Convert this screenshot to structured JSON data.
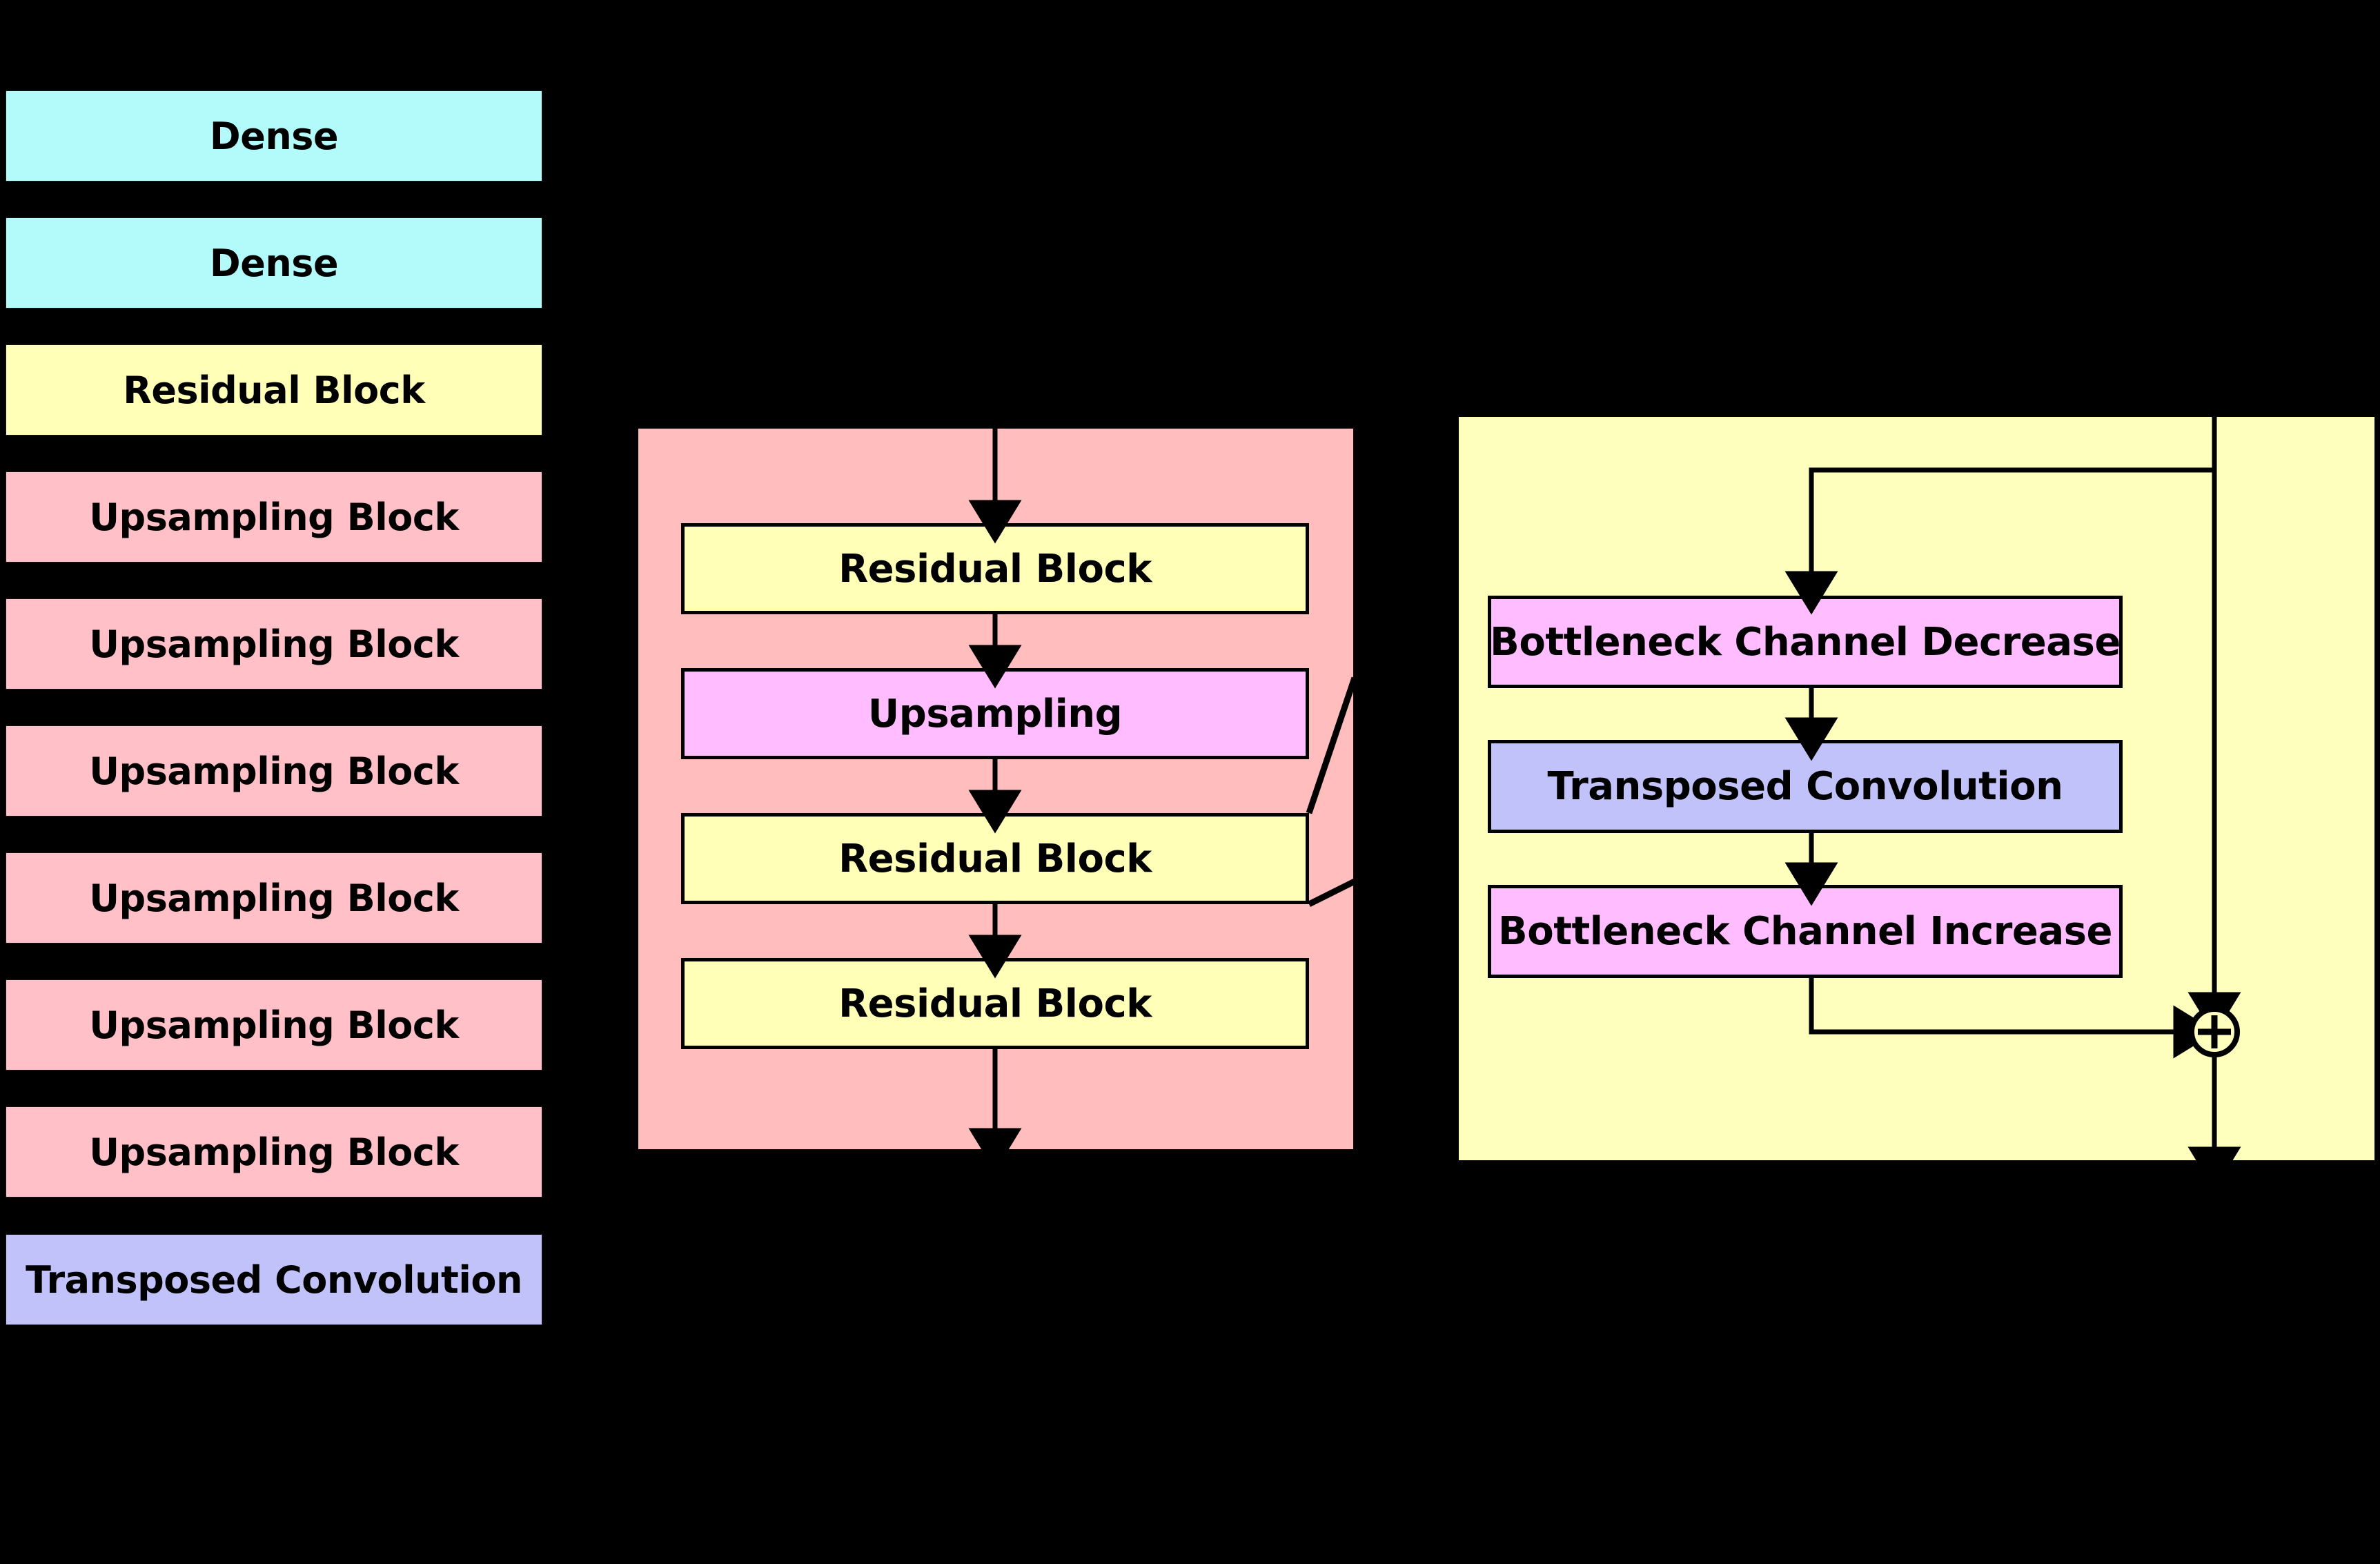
{
  "colors": {
    "background": "#000000",
    "dense": "#B3FAFA",
    "residual": "#FFFFB8",
    "upsampling_block": "#FFC0C8",
    "upsampling": "#FFBDFF",
    "transposed_conv": "#C2C2FA",
    "bottleneck": "#FFBDFF",
    "stroke": "#000000",
    "panel_pink": "#FFBDBD",
    "panel_yellow": "#FFFFBD"
  },
  "legend": {
    "name": "generator-stack",
    "items": [
      {
        "label": "Dense",
        "color_key": "dense"
      },
      {
        "label": "Dense",
        "color_key": "dense"
      },
      {
        "label": "Residual Block",
        "color_key": "residual"
      },
      {
        "label": "Upsampling Block",
        "color_key": "upsampling_block"
      },
      {
        "label": "Upsampling Block",
        "color_key": "upsampling_block"
      },
      {
        "label": "Upsampling Block",
        "color_key": "upsampling_block"
      },
      {
        "label": "Upsampling Block",
        "color_key": "upsampling_block"
      },
      {
        "label": "Upsampling Block",
        "color_key": "upsampling_block"
      },
      {
        "label": "Upsampling Block",
        "color_key": "upsampling_block"
      },
      {
        "label": "Transposed Convolution",
        "color_key": "transposed_conv"
      }
    ]
  },
  "upsampling_panel": {
    "name": "upsampling-block-detail",
    "fill_key": "panel_pink",
    "nodes": [
      {
        "label": "Residual Block",
        "color_key": "residual"
      },
      {
        "label": "Upsampling",
        "color_key": "upsampling"
      },
      {
        "label": "Residual Block",
        "color_key": "residual"
      },
      {
        "label": "Residual Block",
        "color_key": "residual"
      }
    ]
  },
  "residual_panel": {
    "name": "residual-block-detail",
    "fill_key": "panel_yellow",
    "nodes": [
      {
        "label": "Bottleneck Channel Decrease",
        "color_key": "bottleneck"
      },
      {
        "label": "Transposed Convolution",
        "color_key": "transposed_conv"
      },
      {
        "label": "Bottleneck Channel Increase",
        "color_key": "bottleneck"
      }
    ],
    "add_symbol": "+"
  }
}
